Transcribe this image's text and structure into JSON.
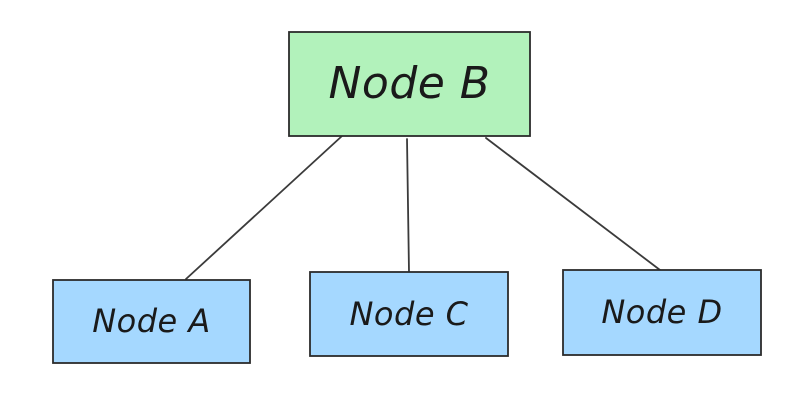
{
  "diagram": {
    "type": "tree",
    "colors": {
      "root_fill": "#b2f2bb",
      "child_fill": "#a5d8ff",
      "stroke": "#2b2b2b",
      "edge": "#3b3b3b"
    },
    "nodes": [
      {
        "id": "b",
        "label": "Node B",
        "role": "root"
      },
      {
        "id": "a",
        "label": "Node A",
        "role": "child"
      },
      {
        "id": "c",
        "label": "Node C",
        "role": "child"
      },
      {
        "id": "d",
        "label": "Node D",
        "role": "child"
      }
    ],
    "edges": [
      {
        "from": "b",
        "to": "a"
      },
      {
        "from": "b",
        "to": "c"
      },
      {
        "from": "b",
        "to": "d"
      }
    ]
  }
}
